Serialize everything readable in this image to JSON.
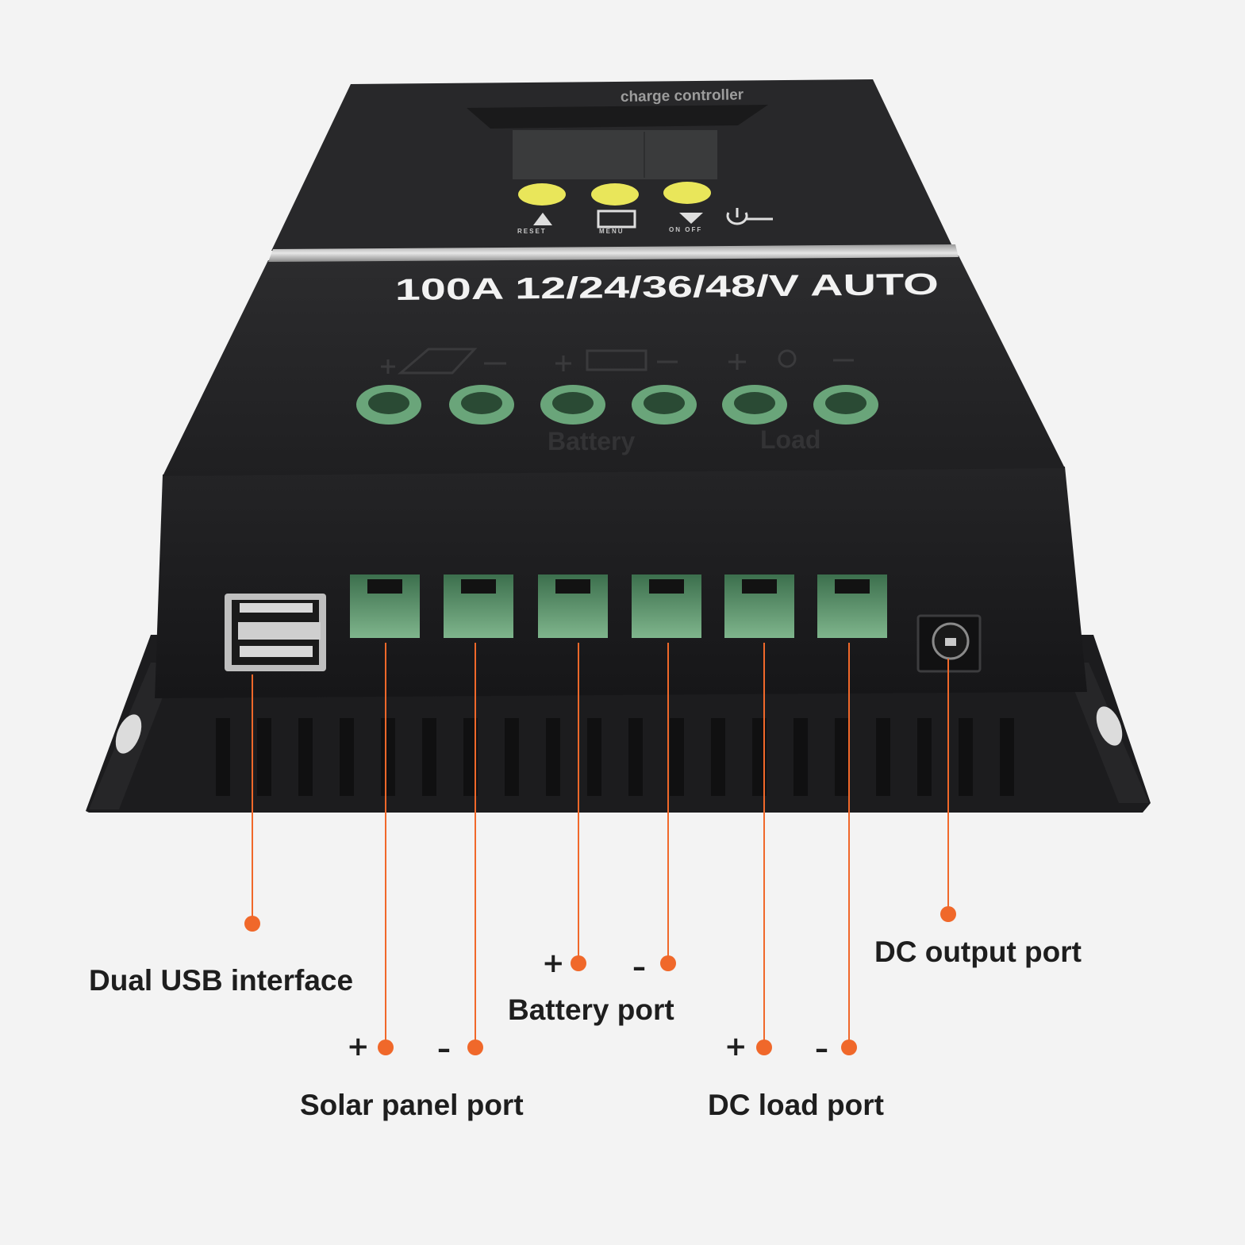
{
  "product": {
    "brand_text": "charge controller",
    "spec_text": "100A 12/24/36/48/V AUTO",
    "faint_labels": {
      "battery": "Battery",
      "load": "Load"
    },
    "buttons": [
      {
        "label": "RESET"
      },
      {
        "label": "MENU"
      },
      {
        "label": "ON OFF"
      }
    ]
  },
  "callouts": {
    "usb": "Dual USB interface",
    "solar": "Solar panel port",
    "battery": "Battery port",
    "load": "DC load port",
    "dc_output": "DC output port"
  },
  "polarity": {
    "plus": "+",
    "minus": "–"
  },
  "colors": {
    "background": "#f3f3f3",
    "device_body": "#2a2a2c",
    "terminal_green": "#6aa57a",
    "button_yellow": "#e9e65a",
    "leader_orange": "#f0682a"
  }
}
